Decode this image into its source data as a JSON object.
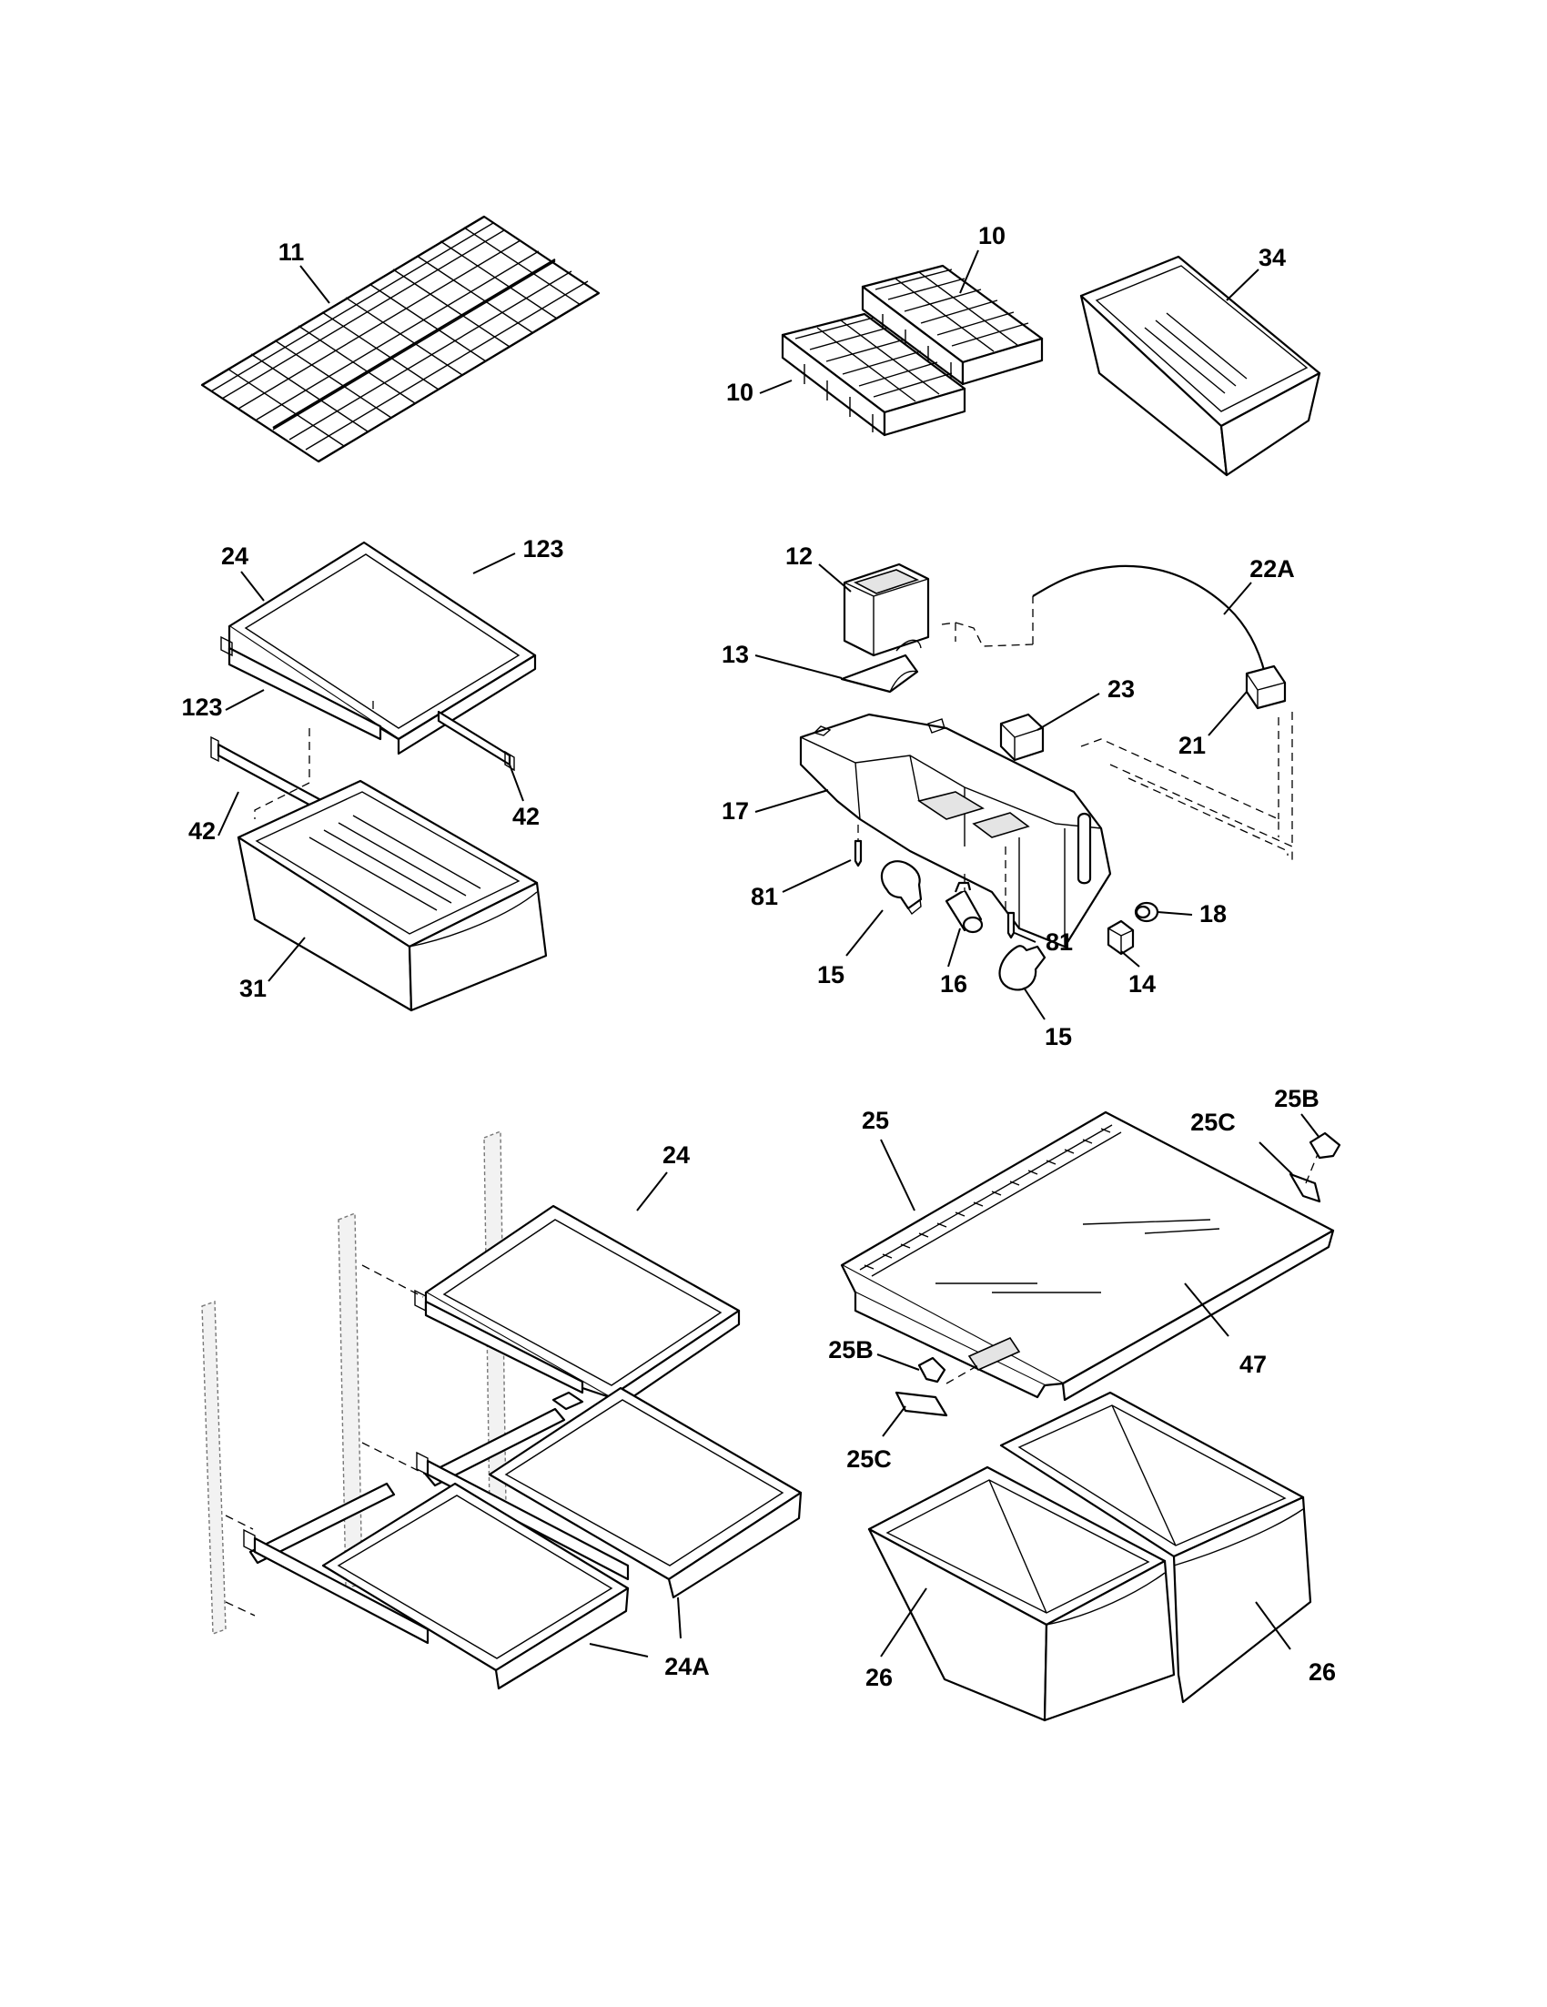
{
  "callouts": [
    {
      "id": "c11",
      "text": "11"
    },
    {
      "id": "c10a",
      "text": "10"
    },
    {
      "id": "c10b",
      "text": "10"
    },
    {
      "id": "c34",
      "text": "34"
    },
    {
      "id": "c24a",
      "text": "24"
    },
    {
      "id": "c123a",
      "text": "123"
    },
    {
      "id": "c123b",
      "text": "123"
    },
    {
      "id": "c42a",
      "text": "42"
    },
    {
      "id": "c42b",
      "text": "42"
    },
    {
      "id": "c31",
      "text": "31"
    },
    {
      "id": "c12",
      "text": "12"
    },
    {
      "id": "c22A",
      "text": "22A"
    },
    {
      "id": "c13",
      "text": "13"
    },
    {
      "id": "c23",
      "text": "23"
    },
    {
      "id": "c21",
      "text": "21"
    },
    {
      "id": "c17",
      "text": "17"
    },
    {
      "id": "c81a",
      "text": "81"
    },
    {
      "id": "c81b",
      "text": "81"
    },
    {
      "id": "c18",
      "text": "18"
    },
    {
      "id": "c15a",
      "text": "15"
    },
    {
      "id": "c16",
      "text": "16"
    },
    {
      "id": "c14",
      "text": "14"
    },
    {
      "id": "c15b",
      "text": "15"
    },
    {
      "id": "c25",
      "text": "25"
    },
    {
      "id": "c25Ca",
      "text": "25C"
    },
    {
      "id": "c25Ba",
      "text": "25B"
    },
    {
      "id": "c24b",
      "text": "24"
    },
    {
      "id": "c47",
      "text": "47"
    },
    {
      "id": "c25Bb",
      "text": "25B"
    },
    {
      "id": "c25Cb",
      "text": "25C"
    },
    {
      "id": "c24A",
      "text": "24A"
    },
    {
      "id": "c26a",
      "text": "26"
    },
    {
      "id": "c26b",
      "text": "26"
    }
  ]
}
